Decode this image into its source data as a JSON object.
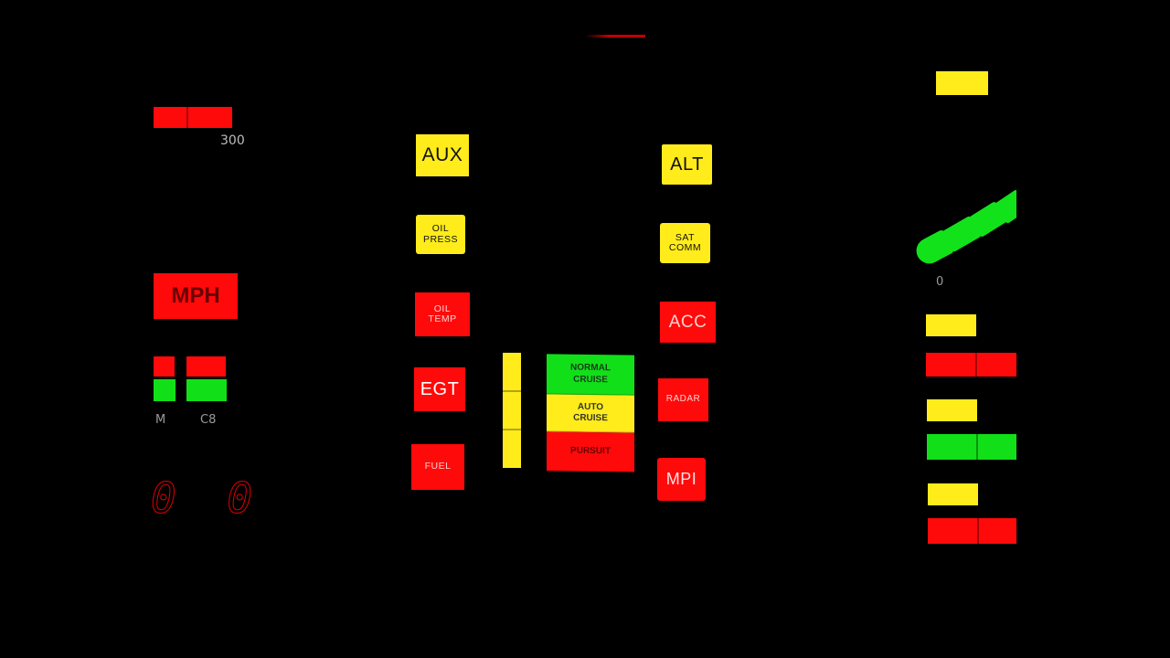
{
  "colors": {
    "background": "#000000",
    "yellow": "#ffec1a",
    "red": "#ff0a0a",
    "green": "#11e018"
  },
  "speed_panel": {
    "scale_max_label": "300",
    "unit_label": "MPH",
    "indicator_labels": [
      "M",
      "C8"
    ],
    "digital_readout": "0 0"
  },
  "left_column": {
    "aux": "AUX",
    "oil_press": "OIL\nPRESS",
    "oil_temp": "OIL\nTEMP",
    "egt": "EGT",
    "fuel": "FUEL"
  },
  "mode_selector": {
    "normal_cruise": "NORMAL\nCRUISE",
    "auto_cruise": "AUTO\nCRUISE",
    "pursuit": "PURSUIT"
  },
  "right_column": {
    "alt": "ALT",
    "sat_comm": "SAT\nCOMM",
    "acc": "ACC",
    "radar": "RADAR",
    "mpi": "MPI"
  },
  "tach_panel": {
    "zero_label": "0"
  }
}
